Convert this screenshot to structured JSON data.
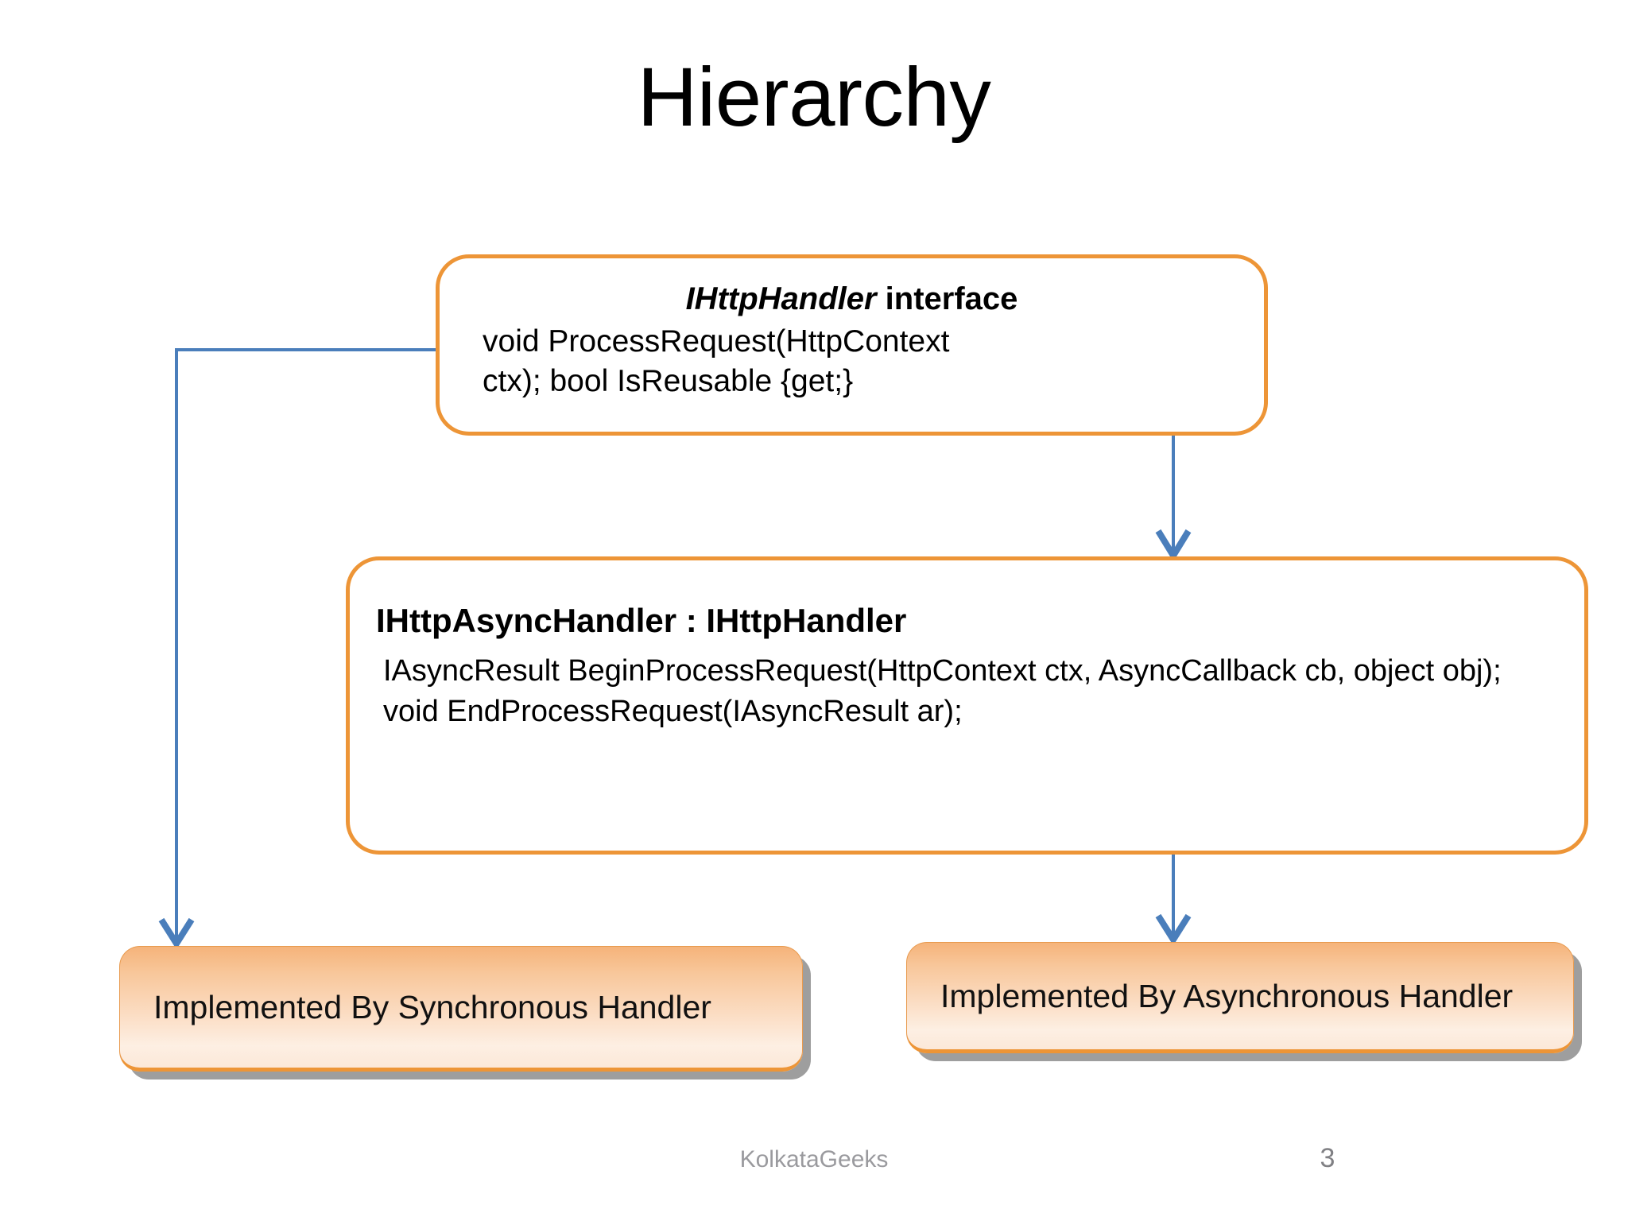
{
  "slide": {
    "title": "Hierarchy",
    "background_color": "#ffffff",
    "accent_color": "#ED9537",
    "connector_color": "#4A7EBB"
  },
  "nodes": {
    "ihttphandler": {
      "title_emphasis": "IHttpHandler",
      "title_rest": " interface",
      "body_line1": "void ProcessRequest(HttpContext",
      "body_line2": "ctx); bool IsReusable {get;}"
    },
    "ihttpasynchandler": {
      "title": "IHttpAsyncHandler : IHttpHandler",
      "body_line1": "IAsyncResult BeginProcessRequest(HttpContext ctx, AsyncCallback cb, object obj);",
      "body_line2": "void EndProcessRequest(IAsyncResult ar);"
    }
  },
  "implementations": {
    "sync_label": "Implemented By Synchronous Handler",
    "async_label": "Implemented By Asynchronous Handler"
  },
  "footer": {
    "brand": "KolkataGeeks",
    "page_number": "3"
  }
}
